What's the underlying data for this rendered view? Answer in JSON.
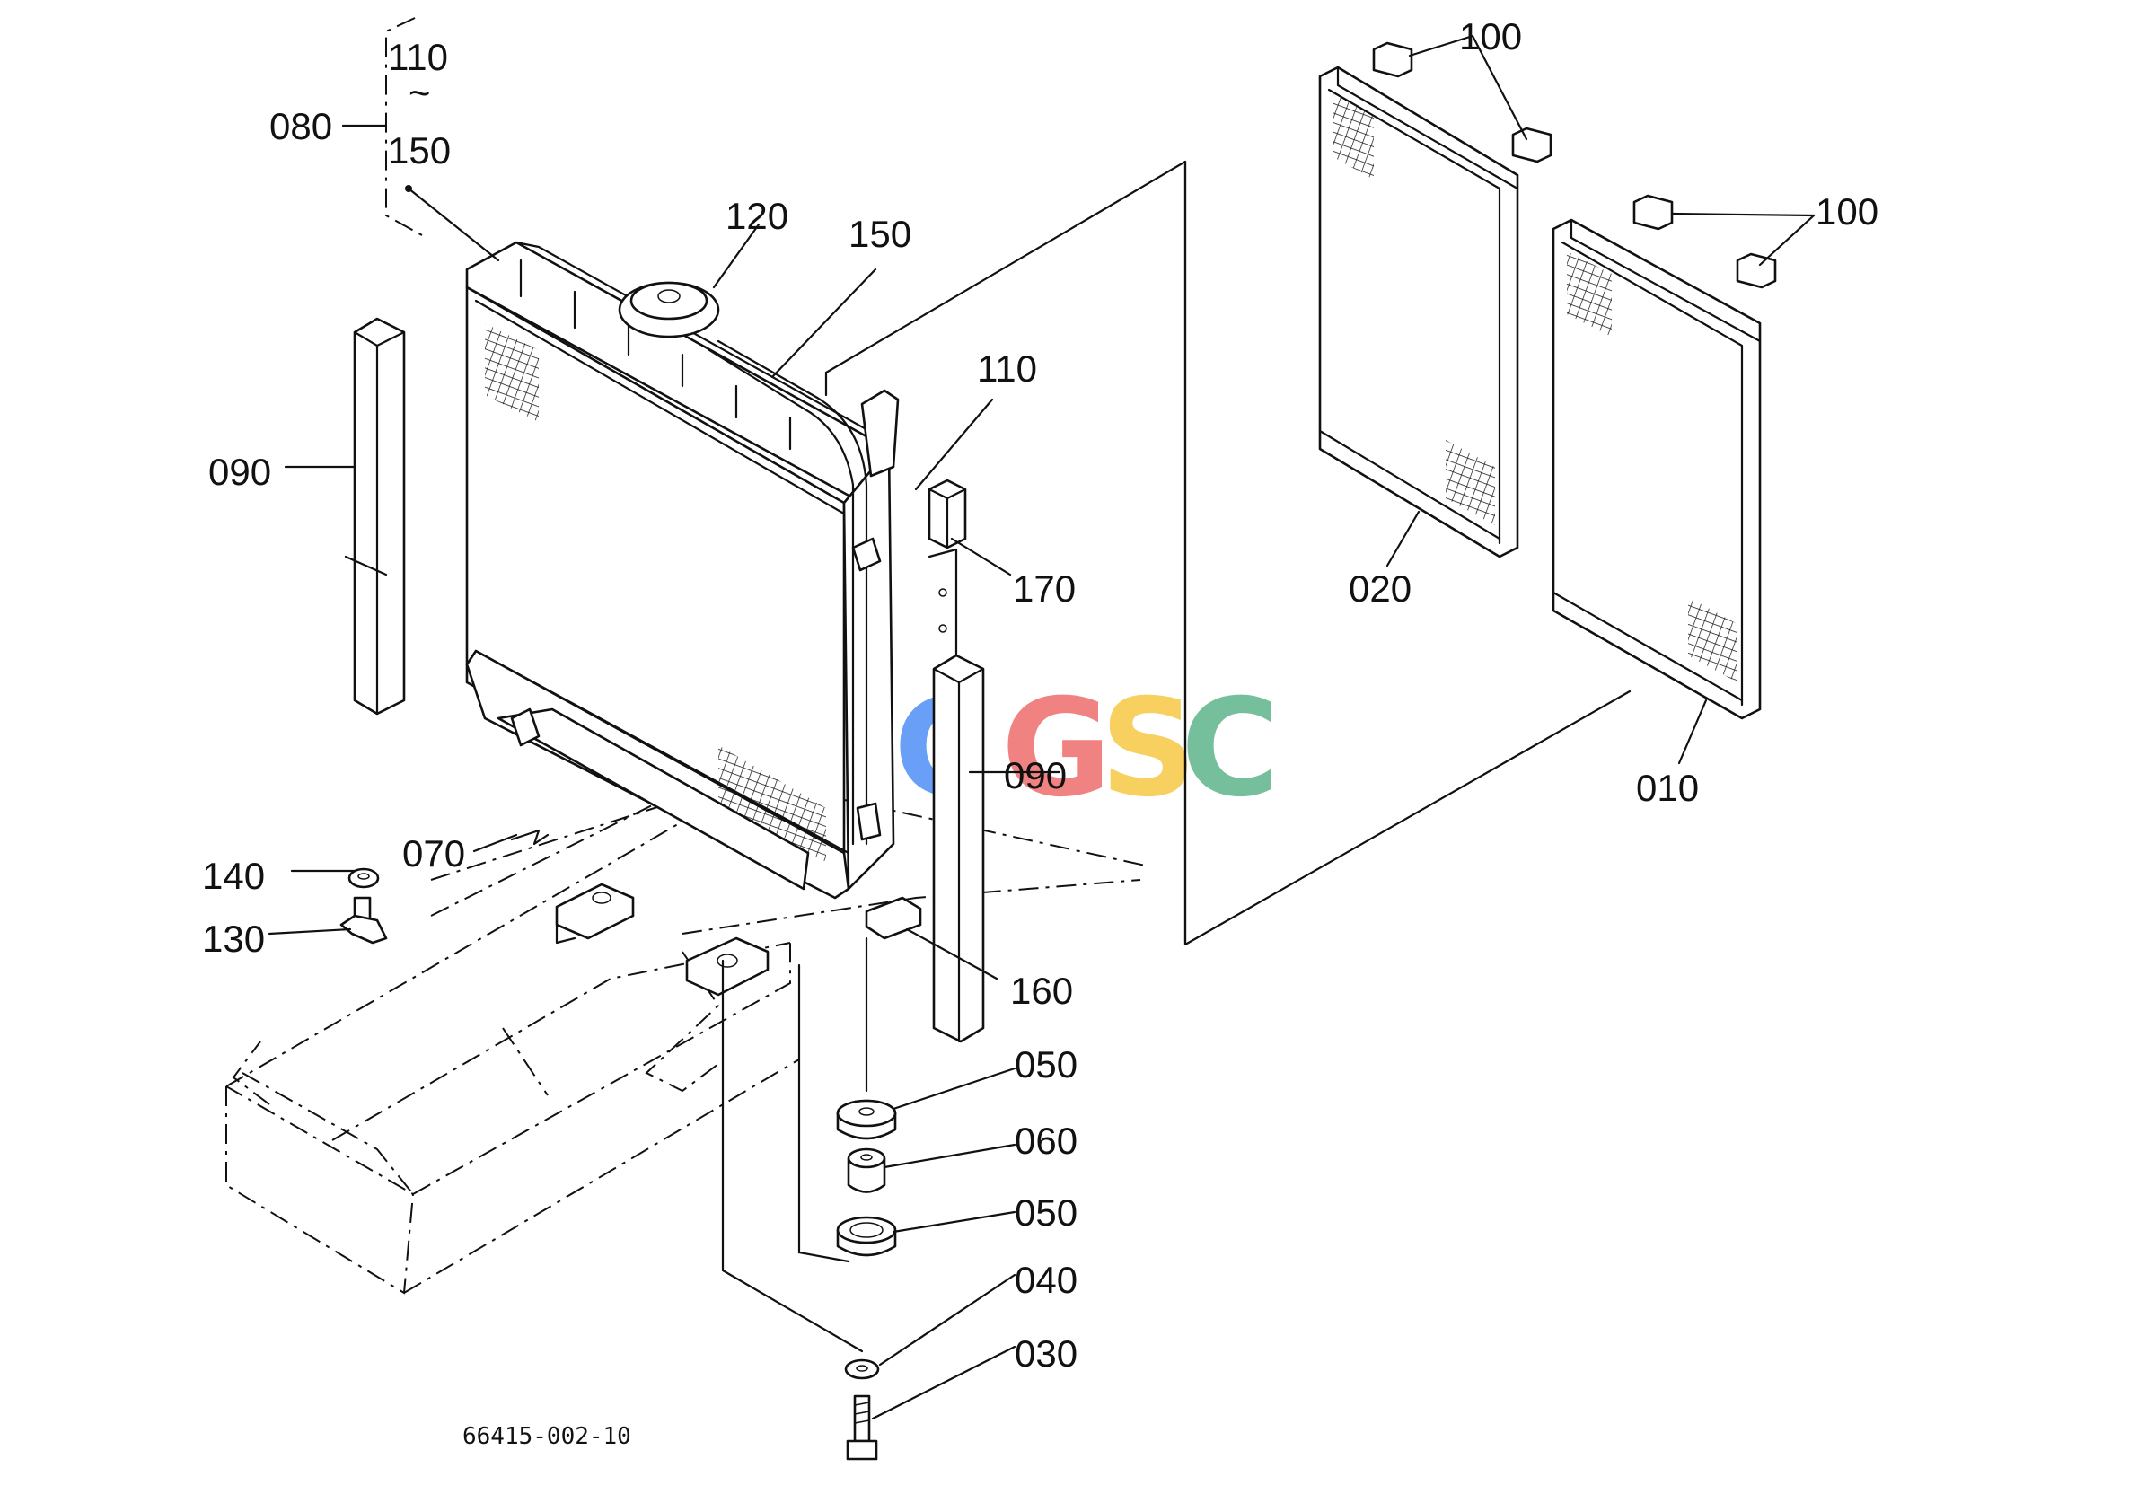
{
  "watermark": {
    "letters": [
      "C",
      "G",
      "S",
      "C"
    ],
    "colors": [
      "#4f8ff5",
      "#ef6d6d",
      "#f7c845",
      "#5fb58c"
    ]
  },
  "labels": {
    "l080": "080",
    "l110a": "110",
    "l150a": "150",
    "l120": "120",
    "l150b": "150",
    "l110b": "110",
    "l170": "170",
    "l090a": "090",
    "l090b": "090",
    "l140": "140",
    "l070": "070",
    "l130": "130",
    "l160": "160",
    "l050a": "050",
    "l060": "060",
    "l050b": "050",
    "l040": "040",
    "l030": "030",
    "l100a": "100",
    "l100b": "100",
    "l020": "020",
    "l010": "010",
    "range_tilde": "~",
    "drawing_code": "66415-002-10"
  }
}
